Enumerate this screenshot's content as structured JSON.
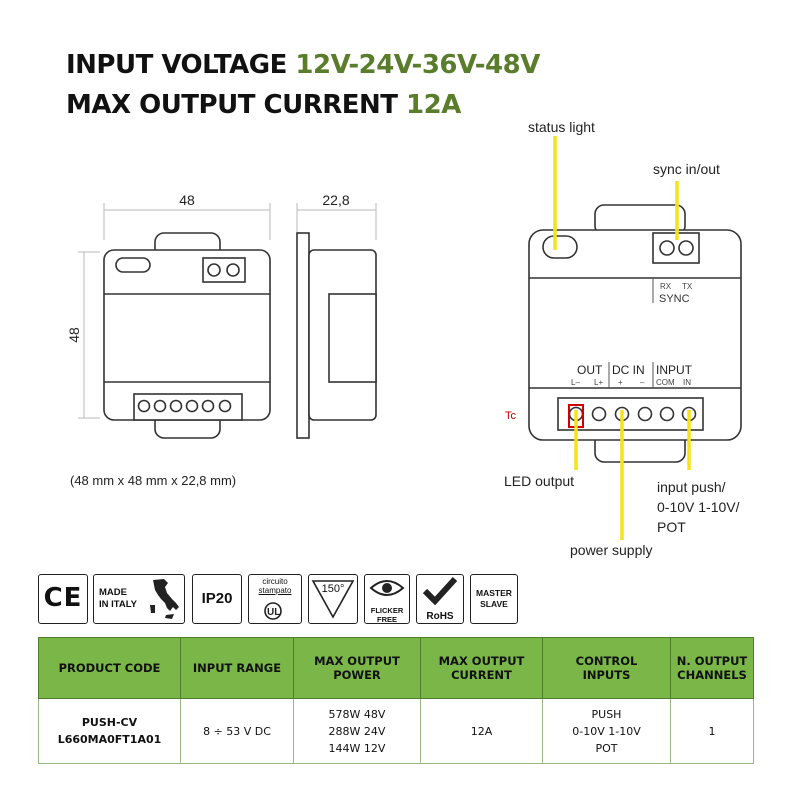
{
  "heading": {
    "line1_label": "INPUT VOLTAGE ",
    "line1_value": "12V-24V-36V-48V",
    "line2_label": "MAX OUTPUT CURRENT ",
    "line2_value": "12A"
  },
  "colors": {
    "accent": "#5a7d2b",
    "table_header": "#7ab648",
    "pointer": "#f4e21a",
    "tc_box": "#d00000"
  },
  "dimensions": {
    "width": "48",
    "depth": "22,8",
    "height": "48",
    "caption": "(48 mm x 48 mm x 22,8 mm)"
  },
  "wiring": {
    "status_light": "status light",
    "sync_inout": "sync in/out",
    "rx": "RX",
    "tx": "TX",
    "sync": "SYNC",
    "out": "OUT",
    "dc_in": "DC IN",
    "input": "INPUT",
    "l_minus": "L–",
    "l_plus": "L+",
    "plus": "+",
    "minus": "–",
    "com": "COM",
    "in": "IN",
    "tc": "Tc",
    "led_output": "LED output",
    "input_push_1": "input push/",
    "input_push_2": "0-10V 1-10V/",
    "input_push_3": "POT",
    "power_supply": "power supply"
  },
  "certifications": {
    "ce": "CE",
    "made_in_italy_1": "MADE",
    "made_in_italy_2": "IN ITALY",
    "ip20": "IP20",
    "circuito_1": "circuito",
    "circuito_2": "stampato",
    "angle": "150°",
    "flicker_1": "FLICKER",
    "flicker_2": "FREE",
    "rohs": "RoHS",
    "master": "MASTER",
    "slave": "SLAVE"
  },
  "table": {
    "headers": [
      "PRODUCT CODE",
      "INPUT RANGE",
      "MAX OUTPUT\nPOWER",
      "MAX OUTPUT\nCURRENT",
      "CONTROL\nINPUTS",
      "N. OUTPUT\nCHANNELS"
    ],
    "row": [
      "PUSH-CV\nL660MA0FT1A01",
      "8 ÷ 53 V DC",
      "578W 48V\n288W 24V\n144W 12V",
      "12A",
      "PUSH\n0-10V 1-10V\nPOT",
      "1"
    ]
  }
}
